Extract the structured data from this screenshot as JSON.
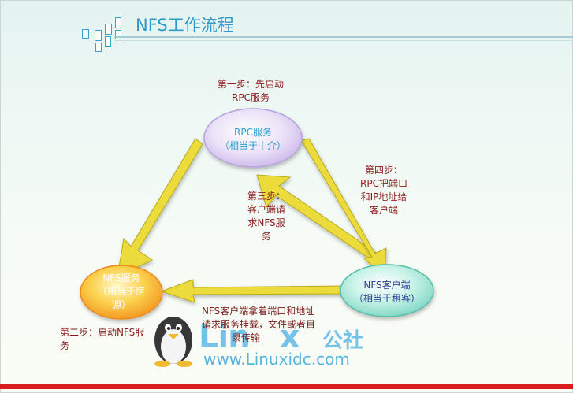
{
  "title": "NFS工作流程",
  "nodes": {
    "rpc": {
      "line1": "RPC服务",
      "line2": "（相当于中介）"
    },
    "nfs_server": {
      "line1": "NFS服务",
      "line2": "（相当于房",
      "line3": "源）"
    },
    "nfs_client": {
      "line1": "NFS客户端",
      "line2": "（相当于租客）"
    }
  },
  "steps": {
    "step1": {
      "line1": "第一步：先启动",
      "line2": "RPC服务"
    },
    "step2": {
      "line1": "第二步：启动NFS服",
      "line2": "务"
    },
    "step3": {
      "line1": "第三步：",
      "line2": "客户端请",
      "line3": "求NFS服",
      "line4": "务"
    },
    "step4": {
      "line1": "第四步：",
      "line2": "RPC把端口",
      "line3": "和IP地址给",
      "line4": "客户端"
    },
    "step5": {
      "line1": "NFS客户端拿着端口和地址",
      "line2": "请求服务挂载，文件或者目",
      "line3": "录传输"
    }
  },
  "watermark": {
    "brand_left": "Lin",
    "brand_right": "x",
    "brand_cn": "公社",
    "url": "www.Linuxidc.com"
  },
  "colors": {
    "title": "#2d99c8",
    "step_text": "#8c1c1c",
    "arrow_fill": "#ecdc3a",
    "arrow_stroke": "#b8a81c",
    "rpc_node": "#d8c7ef",
    "nfs_server_node": "#f9b23a",
    "nfs_client_node": "#9ee6d6",
    "bottom_bar": "#d91c1c"
  },
  "icons": [
    "linux-penguin-icon",
    "title-decoration-icon"
  ]
}
